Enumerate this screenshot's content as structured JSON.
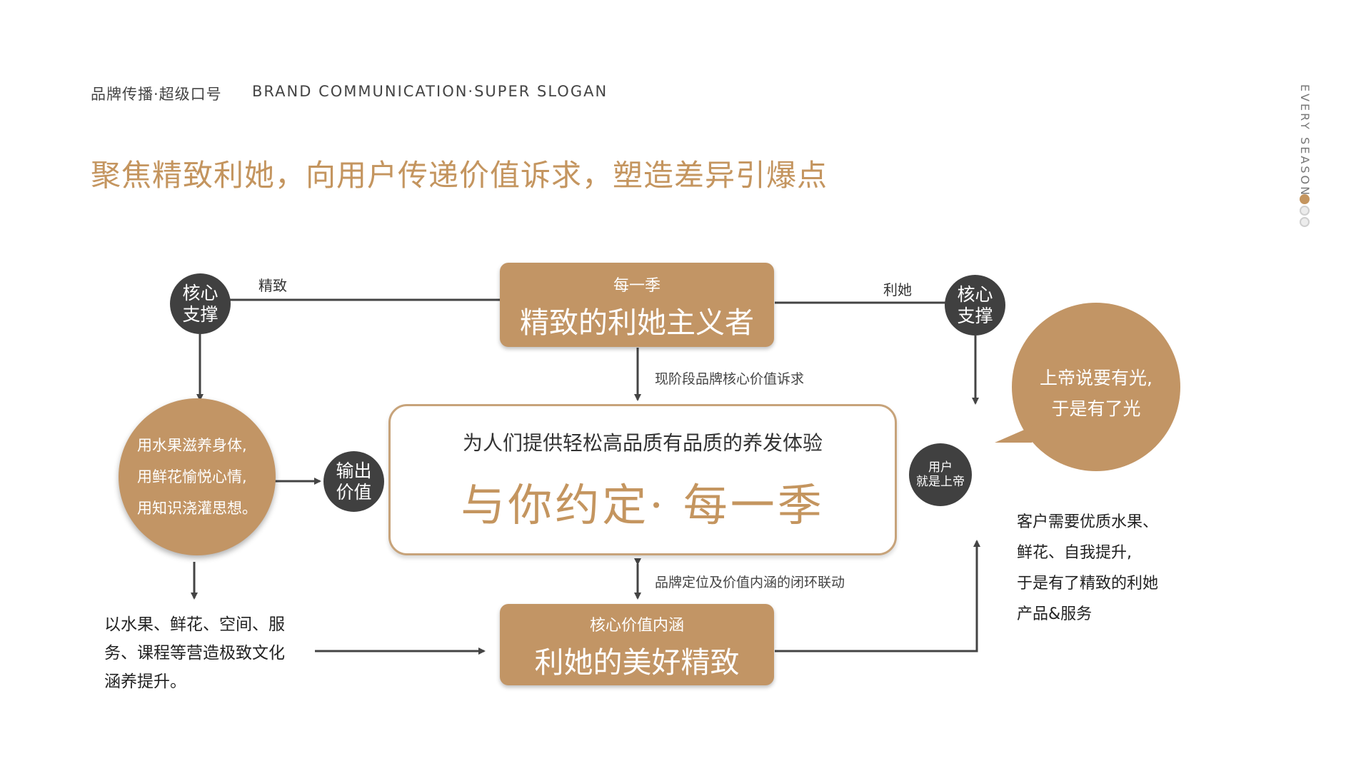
{
  "header": {
    "cn": "品牌传播·超级口号",
    "en": "BRAND COMMUNICATION·SUPER SLOGAN"
  },
  "headline": "聚焦精致利她，向用户传递价值诉求，塑造差异引爆点",
  "side_text": "EVERY SEASON",
  "colors": {
    "accent": "#c29565",
    "dark": "#404040"
  },
  "diagram": {
    "top_box": {
      "small": "每一季",
      "big": "精致的利她主义者"
    },
    "left_support": {
      "line1": "核心",
      "line2": "支撑"
    },
    "right_support": {
      "line1": "核心",
      "line2": "支撑"
    },
    "label_jingzhi": "精致",
    "label_lita": "利她",
    "label_current": "现阶段品牌核心价值诉求",
    "center_box": {
      "line1": "为人们提供轻松高品质有品质的养发体验",
      "line2": "与你约定· 每一季"
    },
    "left_circle": [
      "用水果滋养身体,",
      "用鲜花愉悦心情,",
      "用知识浇灌思想。"
    ],
    "output": {
      "line1": "输出",
      "line2": "价值"
    },
    "user": {
      "line1": "用户",
      "line2": "就是上帝"
    },
    "bubble": {
      "line1": "上帝说要有光,",
      "line2": "于是有了光"
    },
    "label_loop": "品牌定位及价值内涵的闭环联动",
    "bottom_box": {
      "small": "核心价值内涵",
      "big": "利她的美好精致"
    },
    "left_text": [
      "以水果、鲜花、空间、服",
      "务、课程等营造极致文化",
      "涵养提升。"
    ],
    "right_text": [
      "客户需要优质水果、",
      "鲜花、自我提升,",
      "于是有了精致的利她",
      "产品&服务"
    ]
  }
}
